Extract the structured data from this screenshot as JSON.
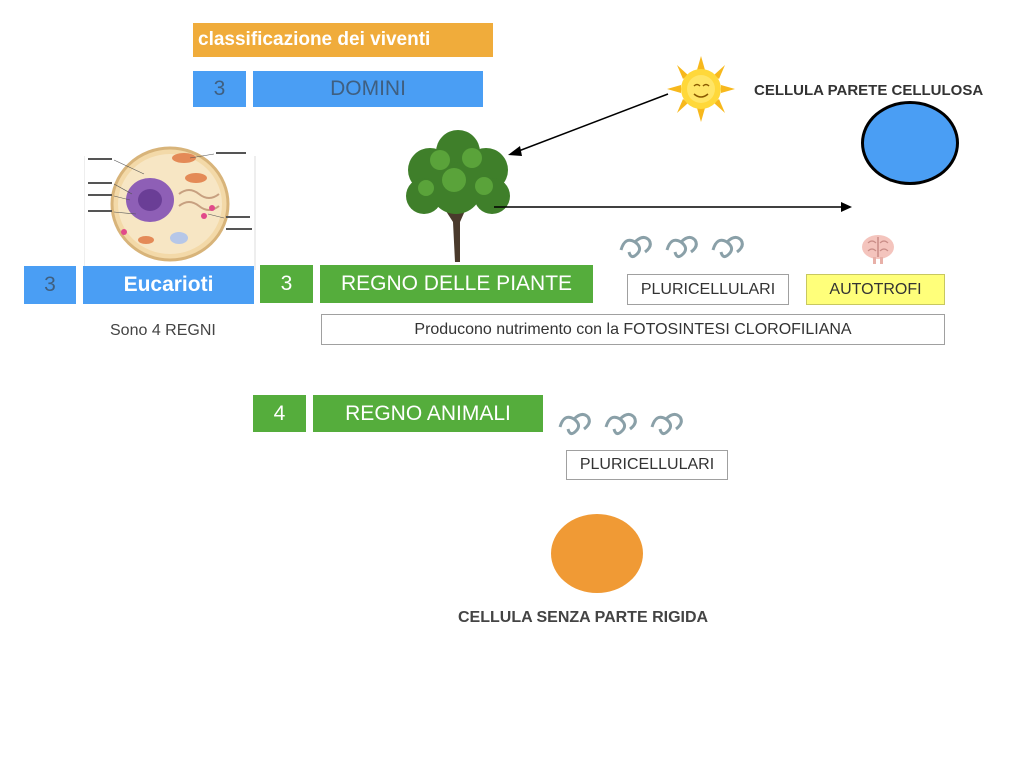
{
  "title": "classificazione dei viventi",
  "domini": {
    "number": "3",
    "label": "DOMINI"
  },
  "eucarioti": {
    "number": "3",
    "label": "Eucarioti",
    "note": "Sono 4 REGNI"
  },
  "piante": {
    "number": "3",
    "label": "REGNO DELLE PIANTE",
    "pluricellulari": "PLURICELLULARI",
    "autotrofi": "AUTOTROFI",
    "description": "Producono nutrimento con la FOTOSINTESI CLOROFILIANA"
  },
  "animali": {
    "number": "4",
    "label": "REGNO ANIMALI",
    "pluricellulari": "PLURICELLULARI"
  },
  "cells": {
    "plant_caption": "CELLULA PARETE CELLULOSA",
    "animal_caption": "CELLULA SENZA PARTE RIGIDA",
    "plant_color": "#4a9ef4",
    "animal_color": "#f09a35"
  },
  "colors": {
    "title_bg": "#f0ac3b",
    "blue": "#4a9ef4",
    "green": "#55ad3c",
    "yellow": "#ffff7a"
  }
}
